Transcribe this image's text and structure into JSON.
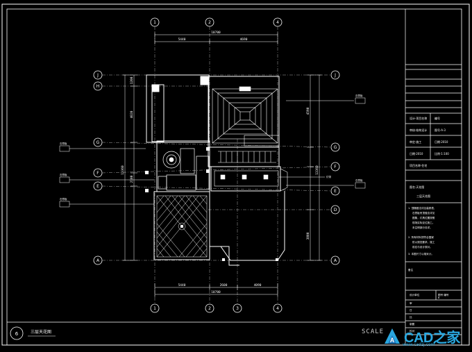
{
  "drawing": {
    "title_sheet_label": "三层天花图",
    "sheet_number": "6",
    "scale_label": "SCALE"
  },
  "grid": {
    "top_columns": [
      "1",
      "2",
      "4"
    ],
    "bottom_columns": [
      "1",
      "2",
      "3",
      "4"
    ],
    "left_rows": [
      "J",
      "H",
      "G",
      "F",
      "E",
      "A"
    ],
    "right_rows": [
      "J",
      "G",
      "F",
      "E",
      "D",
      "A"
    ]
  },
  "dimensions": {
    "top_overall": "10700",
    "top_left": "5440",
    "top_right": "4690",
    "bottom_overall": "10700",
    "bottom_left": "5440",
    "bottom_mid": "2600",
    "bottom_right": "4090",
    "left_total": "13360",
    "right_total": "13360",
    "left_seg_1": "1200",
    "left_seg_2": "4020",
    "left_seg_3": "2100",
    "right_seg_1": "4590",
    "right_seg_2": "3800"
  },
  "title_block": {
    "rows": [
      "设计",
      "审核",
      "审定",
      "日期",
      "比例"
    ],
    "project_name": "三层天花图",
    "notes_header": "说明"
  },
  "colors": {
    "background": "#000000",
    "lines": "#ffffff",
    "grid_lines": "#bbbbbb",
    "watermark": "#29a8e0"
  },
  "watermark": {
    "brand": "CAD之家",
    "url": "www.cadzj.com"
  }
}
